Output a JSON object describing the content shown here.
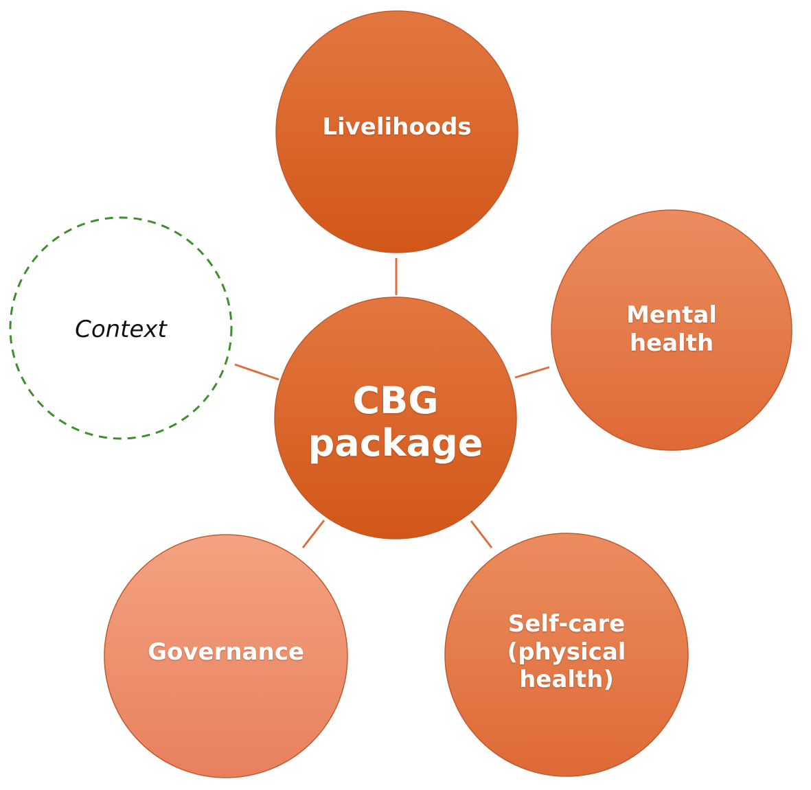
{
  "diagram": {
    "center": {
      "label": "CBG\npackage"
    },
    "nodes": {
      "livelihoods": {
        "label": "Livelihoods"
      },
      "mental_health": {
        "label": "Mental\nhealth"
      },
      "governance": {
        "label": "Governance"
      },
      "self_care": {
        "label": "Self-care\n(physical\nhealth)"
      },
      "context": {
        "label": "Context"
      }
    },
    "colors": {
      "dark_orange_top": "#e2773f",
      "dark_orange_bottom": "#d25719",
      "mid_orange_top": "#eb8c5f",
      "mid_orange_bottom": "#de6a36",
      "light_orange_top": "#f3a282",
      "light_orange_bottom": "#e8805c",
      "connector": "#d9703f",
      "context_dash": "#3c8f2a"
    }
  }
}
